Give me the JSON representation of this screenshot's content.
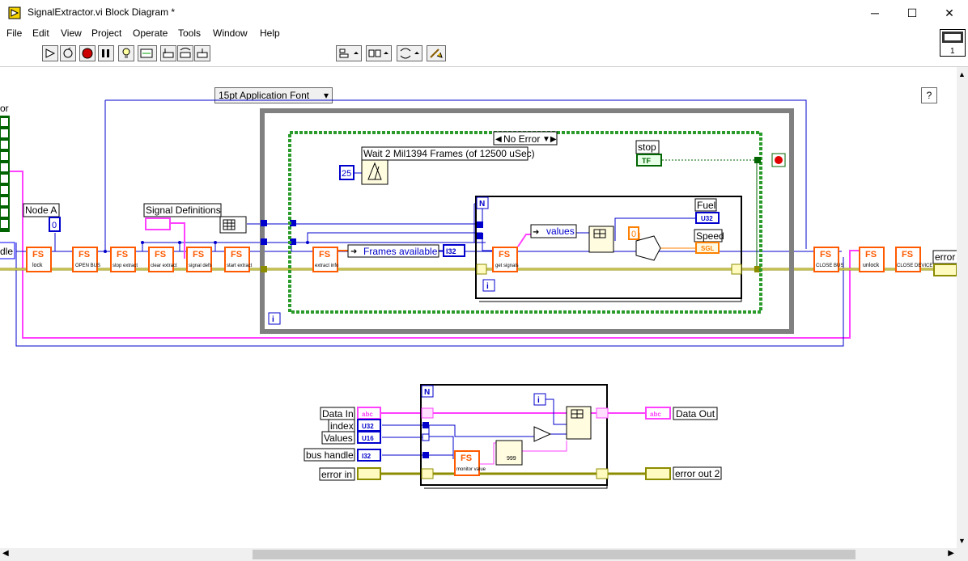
{
  "window": {
    "title": "SignalExtractor.vi Block Diagram *",
    "controls": {
      "minimize": "─",
      "maximize": "☐",
      "close": "✕"
    }
  },
  "menu": [
    "File",
    "Edit",
    "View",
    "Project",
    "Operate",
    "Tools",
    "Window",
    "Help"
  ],
  "toolbar": {
    "font": "15pt Application Font",
    "help": "?",
    "panel_icon_label": "1"
  },
  "diagram": {
    "left_labels": {
      "partial_top": "or",
      "partial_handle": "dle"
    },
    "node_a": {
      "label": "Node A",
      "value": "0"
    },
    "signal_definitions": "Signal Definitions",
    "fs_nodes": [
      {
        "name": "lock"
      },
      {
        "name": "OPEN BUS"
      },
      {
        "name": "stop extract"
      },
      {
        "name": "clear extract"
      },
      {
        "name": "signal defs"
      },
      {
        "name": "start extract"
      },
      {
        "name": "extract info"
      },
      {
        "name": "get signals"
      },
      {
        "name": "CLOSE BUS"
      },
      {
        "name": "unlock"
      },
      {
        "name": "CLOSE DEVICE"
      },
      {
        "name": "monitor value"
      }
    ],
    "fs_tag": "FS",
    "case_selector": "No Error",
    "wait_label": "Wait 2 Mil1394 Frames (of 12500 uSec)",
    "wait_value": "25",
    "stop_label": "stop",
    "stop_const": "TF",
    "frames_available": "Frames available",
    "i32": "I32",
    "u32": "U32",
    "u16": "U16",
    "sgl": "SGL",
    "values_label": "values",
    "zero_const": "0",
    "fuel": "Fuel",
    "speed": "Speed",
    "error_out_top": "error",
    "loop_N": "N",
    "loop_i": "i",
    "sub": {
      "data_in": "Data In",
      "index": "index",
      "values": "Values",
      "bus_handle": "bus handle",
      "error_in": "error in",
      "data_out": "Data Out",
      "error_out_2": "error out 2",
      "abc": "abc",
      "nines": "999"
    }
  },
  "colors": {
    "error_wire": "#8c8c00",
    "string_wire": "#ff40ff",
    "int_wire": "#0000c8",
    "bool_wire": "#006400",
    "fs_orange": "#ff5a00",
    "case_green": "#2a9a2a"
  }
}
